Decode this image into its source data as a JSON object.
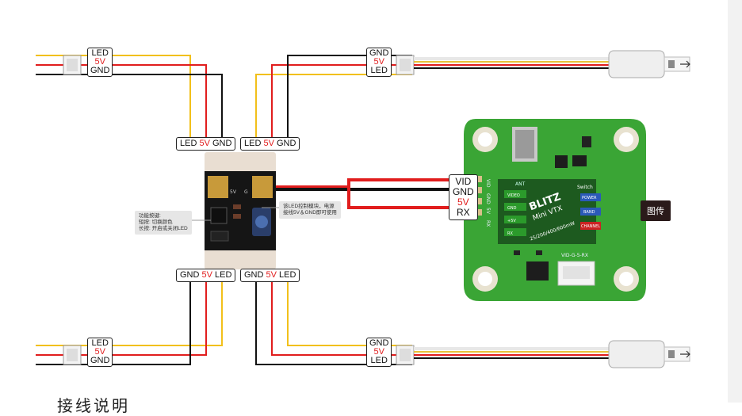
{
  "pins": {
    "led": "LED",
    "v5": "5V",
    "gnd": "GND",
    "vid": "VID",
    "rx": "RX"
  },
  "notes": {
    "button_note": [
      "功能按键:",
      "短按: 切换颜色",
      "长按: 开启或关闭LED"
    ],
    "module_note": [
      "该LED控制模块，电源",
      "接线5V＆GND即可使用"
    ]
  },
  "vtx": {
    "label": "图传",
    "brand": "BLITZ",
    "model": "Mini VTX",
    "power_levels": "25/200/400/600mW",
    "maker": "ANT",
    "switch_label": "Switch",
    "pad_labels": [
      "VIDEO",
      "GND",
      "+5V",
      "RX"
    ],
    "buttons": [
      "POWER",
      "BAND",
      "CHANNEL"
    ],
    "edge_labels": [
      "VID",
      "GND",
      "5V",
      "RX"
    ],
    "connector_label": "VID-G-5-RX"
  },
  "module": {
    "pad_labels": [
      "5V",
      "G"
    ]
  },
  "bottom_heading": "接线说明",
  "colors": {
    "wire_red": "#e11d1d",
    "wire_black": "#111111",
    "wire_yellow": "#f2c01a",
    "pcb_green": "#3aa535",
    "pcb_dark": "#1d5a1f",
    "tag_bg": "#2a1a1a"
  }
}
